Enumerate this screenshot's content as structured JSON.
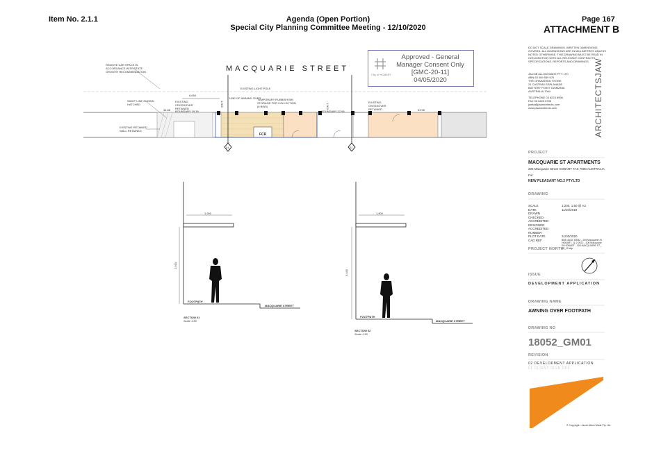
{
  "header": {
    "item_no": "Item No. 2.1.1",
    "agenda_title": "Agenda (Open Portion)",
    "meeting": "Special City Planning Committee Meeting - 12/10/2020",
    "page": "Page 167",
    "attachment": "ATTACHMENT B"
  },
  "stamp": {
    "line1": "Approved - General",
    "line2": "Manager Consent Only",
    "line3": "[GMC-20-11]",
    "line4": "04/05/2020",
    "logo_text": "City of HOBART"
  },
  "plan": {
    "street_name": "MACQUARIE STREET",
    "notes": {
      "remove_car_space": "REMOVE CAR SPACE IN ACCORDANCE WITH STATE GROWTH RECOMMENDATION",
      "existing_light_pole": "EXISTING LIGHT POLE",
      "line_of_awning": "LINE OF AWNING OVER",
      "sight_line": "SIGHT LINE SHOWN HATCHED",
      "existing_crossover_left": "EXISTING CROSSOVER RETAINED",
      "temporary_rubbish": "TEMPORARY RUBBISH BIN STORAGE FOR COLLECTION (6 BINS)",
      "existing_crossover_right": "EXISTING CROSSOVER RETAINED",
      "existing_retained_wall": "EXISTING RETAINED WALL RETAINED",
      "fcr": "FCR"
    },
    "dims": {
      "d6060": "6,060",
      "d1900": "1,900",
      "d1900b": "1,900",
      "level_left": "34.88",
      "boundary_left": "BOUNDARY 19.39",
      "boundary_right": "BOUNDARY 22.96",
      "level_right": "33.95"
    },
    "section_markers": {
      "s1": "01",
      "s2": "02"
    }
  },
  "sections": [
    {
      "width_dim": "1,900",
      "height_dim": "2,910",
      "footpath": "FOOTPATH",
      "street": "MACQUARIE STREET",
      "title": "SECTION 01",
      "scale": "Scale 1:50"
    },
    {
      "width_dim": "1,900",
      "height_dim": "3,440",
      "footpath": "FOOTPATH",
      "street": "MACQUARIE STREET",
      "title": "SECTION 02",
      "scale": "Scale 1:50"
    }
  ],
  "title_block": {
    "disclaimer": "DO NOT SCALE DRAWINGS. WRITTEN DIMENSIONS GOVERN. ALL DIMENSIONS ARE IN MILLIMETRES UNLESS NOTED OTHERWISE. THIS DRAWING MUST BE READ IN CONJUNCTION WITH ALL RELEVANT CONTRACTS, SPECIFICATIONS, REPORTS AND DRAWINGS.",
    "firm_lines": [
      "JACOB ALLOM WADE PTY LTD",
      "ABN 63 009 559 676",
      "THE GRAINSHED STORE",
      "21 CASTRAY ESPLANADE",
      "BATTERY POINT TASMANIA",
      "AUSTRALIA 7004"
    ],
    "contact_lines": [
      "TELEPHONE 03 6223 8996",
      "FAX 03 6223 5706",
      "jawtd@jawarchitects.com",
      "www.jawarchitects.com"
    ],
    "logo": "ARCHITECTSJAW",
    "project_head": "PROJECT",
    "project_name": "MACQUARIE ST APARTMENTS",
    "project_address": "206 Macquarie Street HOBART TAS 7000 AUSTRALIA",
    "for_label": "For",
    "client": "NEW PLEASANT NO.2 PTY.LTD",
    "drawing_head": "DRAWING",
    "drawing_fields": [
      {
        "label": "SCALE",
        "value": "1:200, 1:50 @ A3"
      },
      {
        "label": "DATE",
        "value": "11/10/2019"
      },
      {
        "label": "DRAWN",
        "value": ""
      },
      {
        "label": "CHECKED",
        "value": ""
      },
      {
        "label": "ACCREDITED DESIGNER",
        "value": ""
      },
      {
        "label": "ACCREDITED NUMBER",
        "value": ""
      },
      {
        "label": "PLOT DATE",
        "value": "31/03/2020"
      },
      {
        "label": "CAD REF",
        "value": "BIM cloud: 18052 - 206 Macquarie St HOBART, 11.2.2022 - 206 Macquarie St HOBART - 206 MACQUARIE ST_ 05_19 shp"
      }
    ],
    "project_north_head": "PROJECT NORTH",
    "issue_head": "ISSUE",
    "issue": "DEVELOPMENT APPLICATION",
    "drawing_name_head": "DRAWING NAME",
    "drawing_name": "AWNING OVER FOOTPATH",
    "drawing_no_head": "DRAWING NO",
    "drawing_no": "18052_GM01",
    "revision_head": "REVISION",
    "revisions": [
      "02  DEVELOPMENT APPLICATION",
      "01  CLIENT SIGN OFF"
    ],
    "copyright": "© Copyright - Jacob Allom Wade Pty. Ltd.",
    "colors": {
      "orange": "#f08a1c",
      "fill_light": "#fbe0c3",
      "fill_wood": "#f3e0b6"
    }
  }
}
